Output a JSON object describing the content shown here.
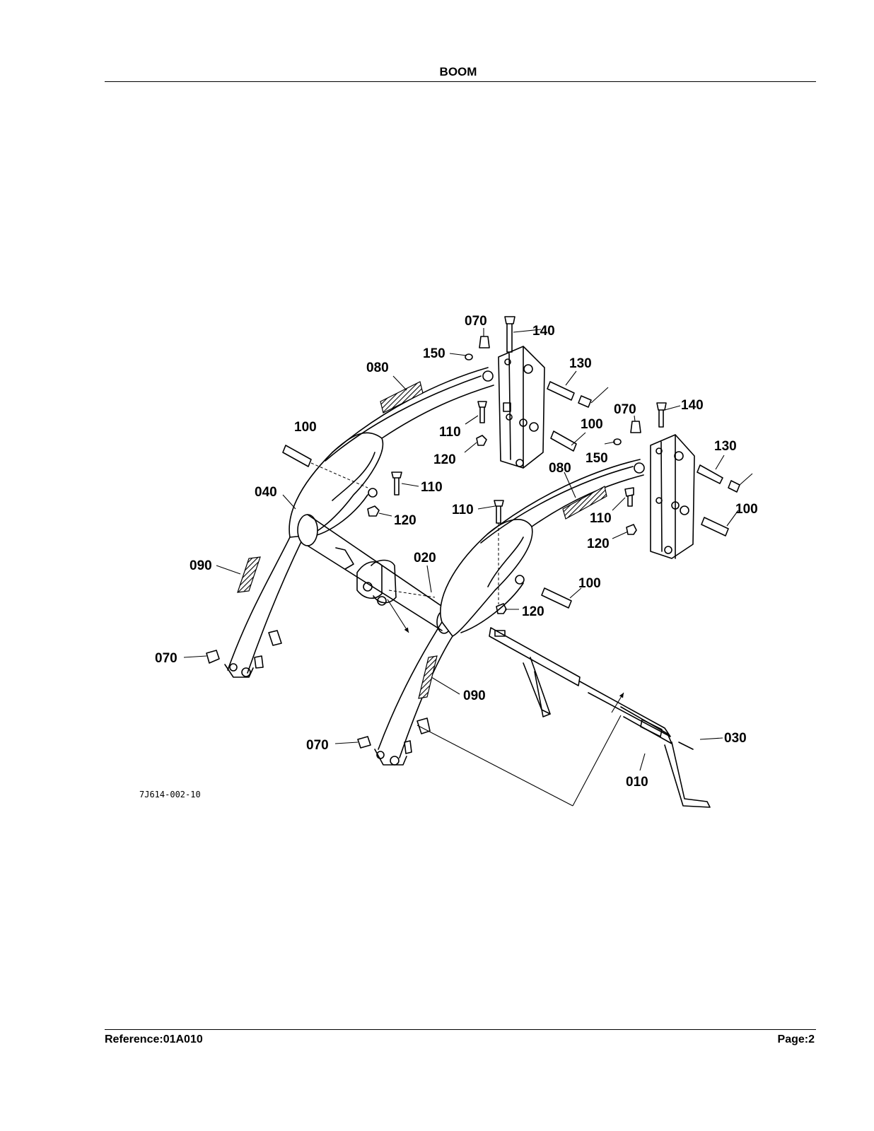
{
  "header": {
    "title": "BOOM"
  },
  "footer": {
    "reference": "Reference:01A010",
    "page": "Page:2"
  },
  "diagram": {
    "code": "7J614-002-10",
    "callouts": [
      {
        "id": "c1",
        "label": "070"
      },
      {
        "id": "c2",
        "label": "140"
      },
      {
        "id": "c3",
        "label": "150"
      },
      {
        "id": "c4",
        "label": "080"
      },
      {
        "id": "c5",
        "label": "130"
      },
      {
        "id": "c6",
        "label": "100"
      },
      {
        "id": "c7",
        "label": "110"
      },
      {
        "id": "c8",
        "label": "120"
      },
      {
        "id": "c9",
        "label": "100"
      },
      {
        "id": "c10",
        "label": "070"
      },
      {
        "id": "c11",
        "label": "140"
      },
      {
        "id": "c12",
        "label": "130"
      },
      {
        "id": "c13",
        "label": "150"
      },
      {
        "id": "c14",
        "label": "080"
      },
      {
        "id": "c15",
        "label": "040"
      },
      {
        "id": "c16",
        "label": "110"
      },
      {
        "id": "c17",
        "label": "120"
      },
      {
        "id": "c18",
        "label": "110"
      },
      {
        "id": "c19",
        "label": "110"
      },
      {
        "id": "c20",
        "label": "100"
      },
      {
        "id": "c21",
        "label": "120"
      },
      {
        "id": "c22",
        "label": "090"
      },
      {
        "id": "c23",
        "label": "020"
      },
      {
        "id": "c24",
        "label": "100"
      },
      {
        "id": "c25",
        "label": "120"
      },
      {
        "id": "c26",
        "label": "070"
      },
      {
        "id": "c27",
        "label": "090"
      },
      {
        "id": "c28",
        "label": "030"
      },
      {
        "id": "c29",
        "label": "070"
      },
      {
        "id": "c30",
        "label": "010"
      }
    ]
  }
}
